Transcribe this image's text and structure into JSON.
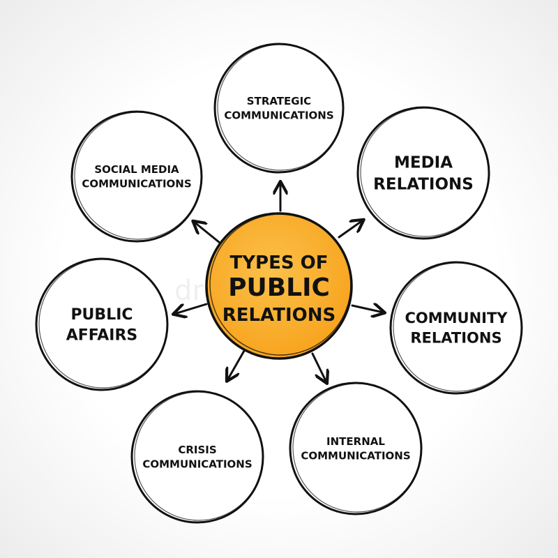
{
  "center": {
    "lines": [
      "TYPES OF",
      "PUBLIC",
      "RELATIONS"
    ],
    "fill": "#f7a21b",
    "fill_light": "#fbc04a"
  },
  "nodes": [
    {
      "id": "strategic-communications",
      "lines": [
        "STRATEGIC",
        "COMMUNICATIONS"
      ]
    },
    {
      "id": "media-relations",
      "lines": [
        "MEDIA",
        "RELATIONS"
      ]
    },
    {
      "id": "community-relations",
      "lines": [
        "COMMUNITY",
        "RELATIONS"
      ]
    },
    {
      "id": "internal-communications",
      "lines": [
        "INTERNAL",
        "COMMUNICATIONS"
      ]
    },
    {
      "id": "crisis-communications",
      "lines": [
        "CRISIS",
        "COMMUNICATIONS"
      ]
    },
    {
      "id": "public-affairs",
      "lines": [
        "PUBLIC",
        "AFFAIRS"
      ]
    },
    {
      "id": "social-media-communications",
      "lines": [
        "SOCIAL MEDIA",
        "COMMUNICATIONS"
      ]
    }
  ],
  "watermark": "dreamstime",
  "colors": {
    "stroke": "#111111",
    "background": "#ffffff"
  }
}
